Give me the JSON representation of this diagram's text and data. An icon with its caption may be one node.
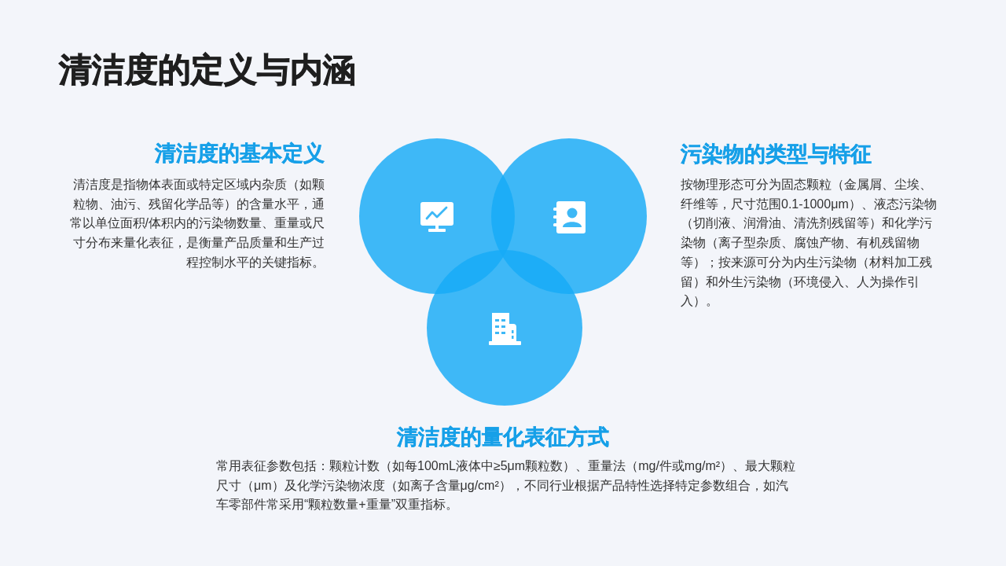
{
  "diagram": {
    "title": "清洁度的定义与内涵",
    "nodes": [
      {
        "text": [],
        "shape": "circle",
        "beside": [
          "清洁度的基本定义",
          "清洁度是指物体表面或特定区域内杂质（如颗粒物、油污、残留化学品等）的含量水平，通常以单位面积/体积内的污染物数量、重量或尺寸分布来量化表征，是衡量产品质量和生产过程控制水平的关键指标。"
        ]
      },
      {
        "text": [],
        "shape": "circle",
        "beside": [
          "污染物的类型与特征",
          "按物理形态可分为固态颗粒（金属屑、尘埃、纤维等，尺寸范围0.1-1000μm）、液态污染物（切削液、润滑油、清洗剂残留等）和化学污染物（离子型杂质、腐蚀产物、有机残留物等）；按来源可分为内生污染物（材料加工残留）和外生污染物（环境侵入、人为操作引入）。"
        ]
      },
      {
        "text": [],
        "shape": "circle",
        "beside": [
          "清洁度的量化表征方式",
          "常用表征参数包括：颗粒计数（如每100mL液体中≥5μm颗粒数）、重量法（mg/件或mg/m²）、最大颗粒尺寸（μm）及化学污染物浓度（如离子含量μg/cm²），不同行业根据产品特性选择特定参数组合，如汽车零部件常采用“颗粒数量+重量”双重指标。"
        ]
      }
    ]
  }
}
